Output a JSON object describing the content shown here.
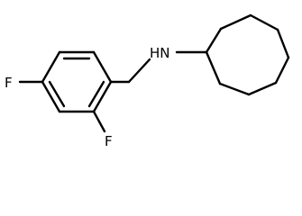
{
  "molecule": {
    "atoms": {
      "nh": "HN",
      "f_para": "F",
      "f_ortho": "F"
    },
    "colors": {
      "bond": "#000000",
      "label": "#000000",
      "background": "#ffffff"
    }
  }
}
